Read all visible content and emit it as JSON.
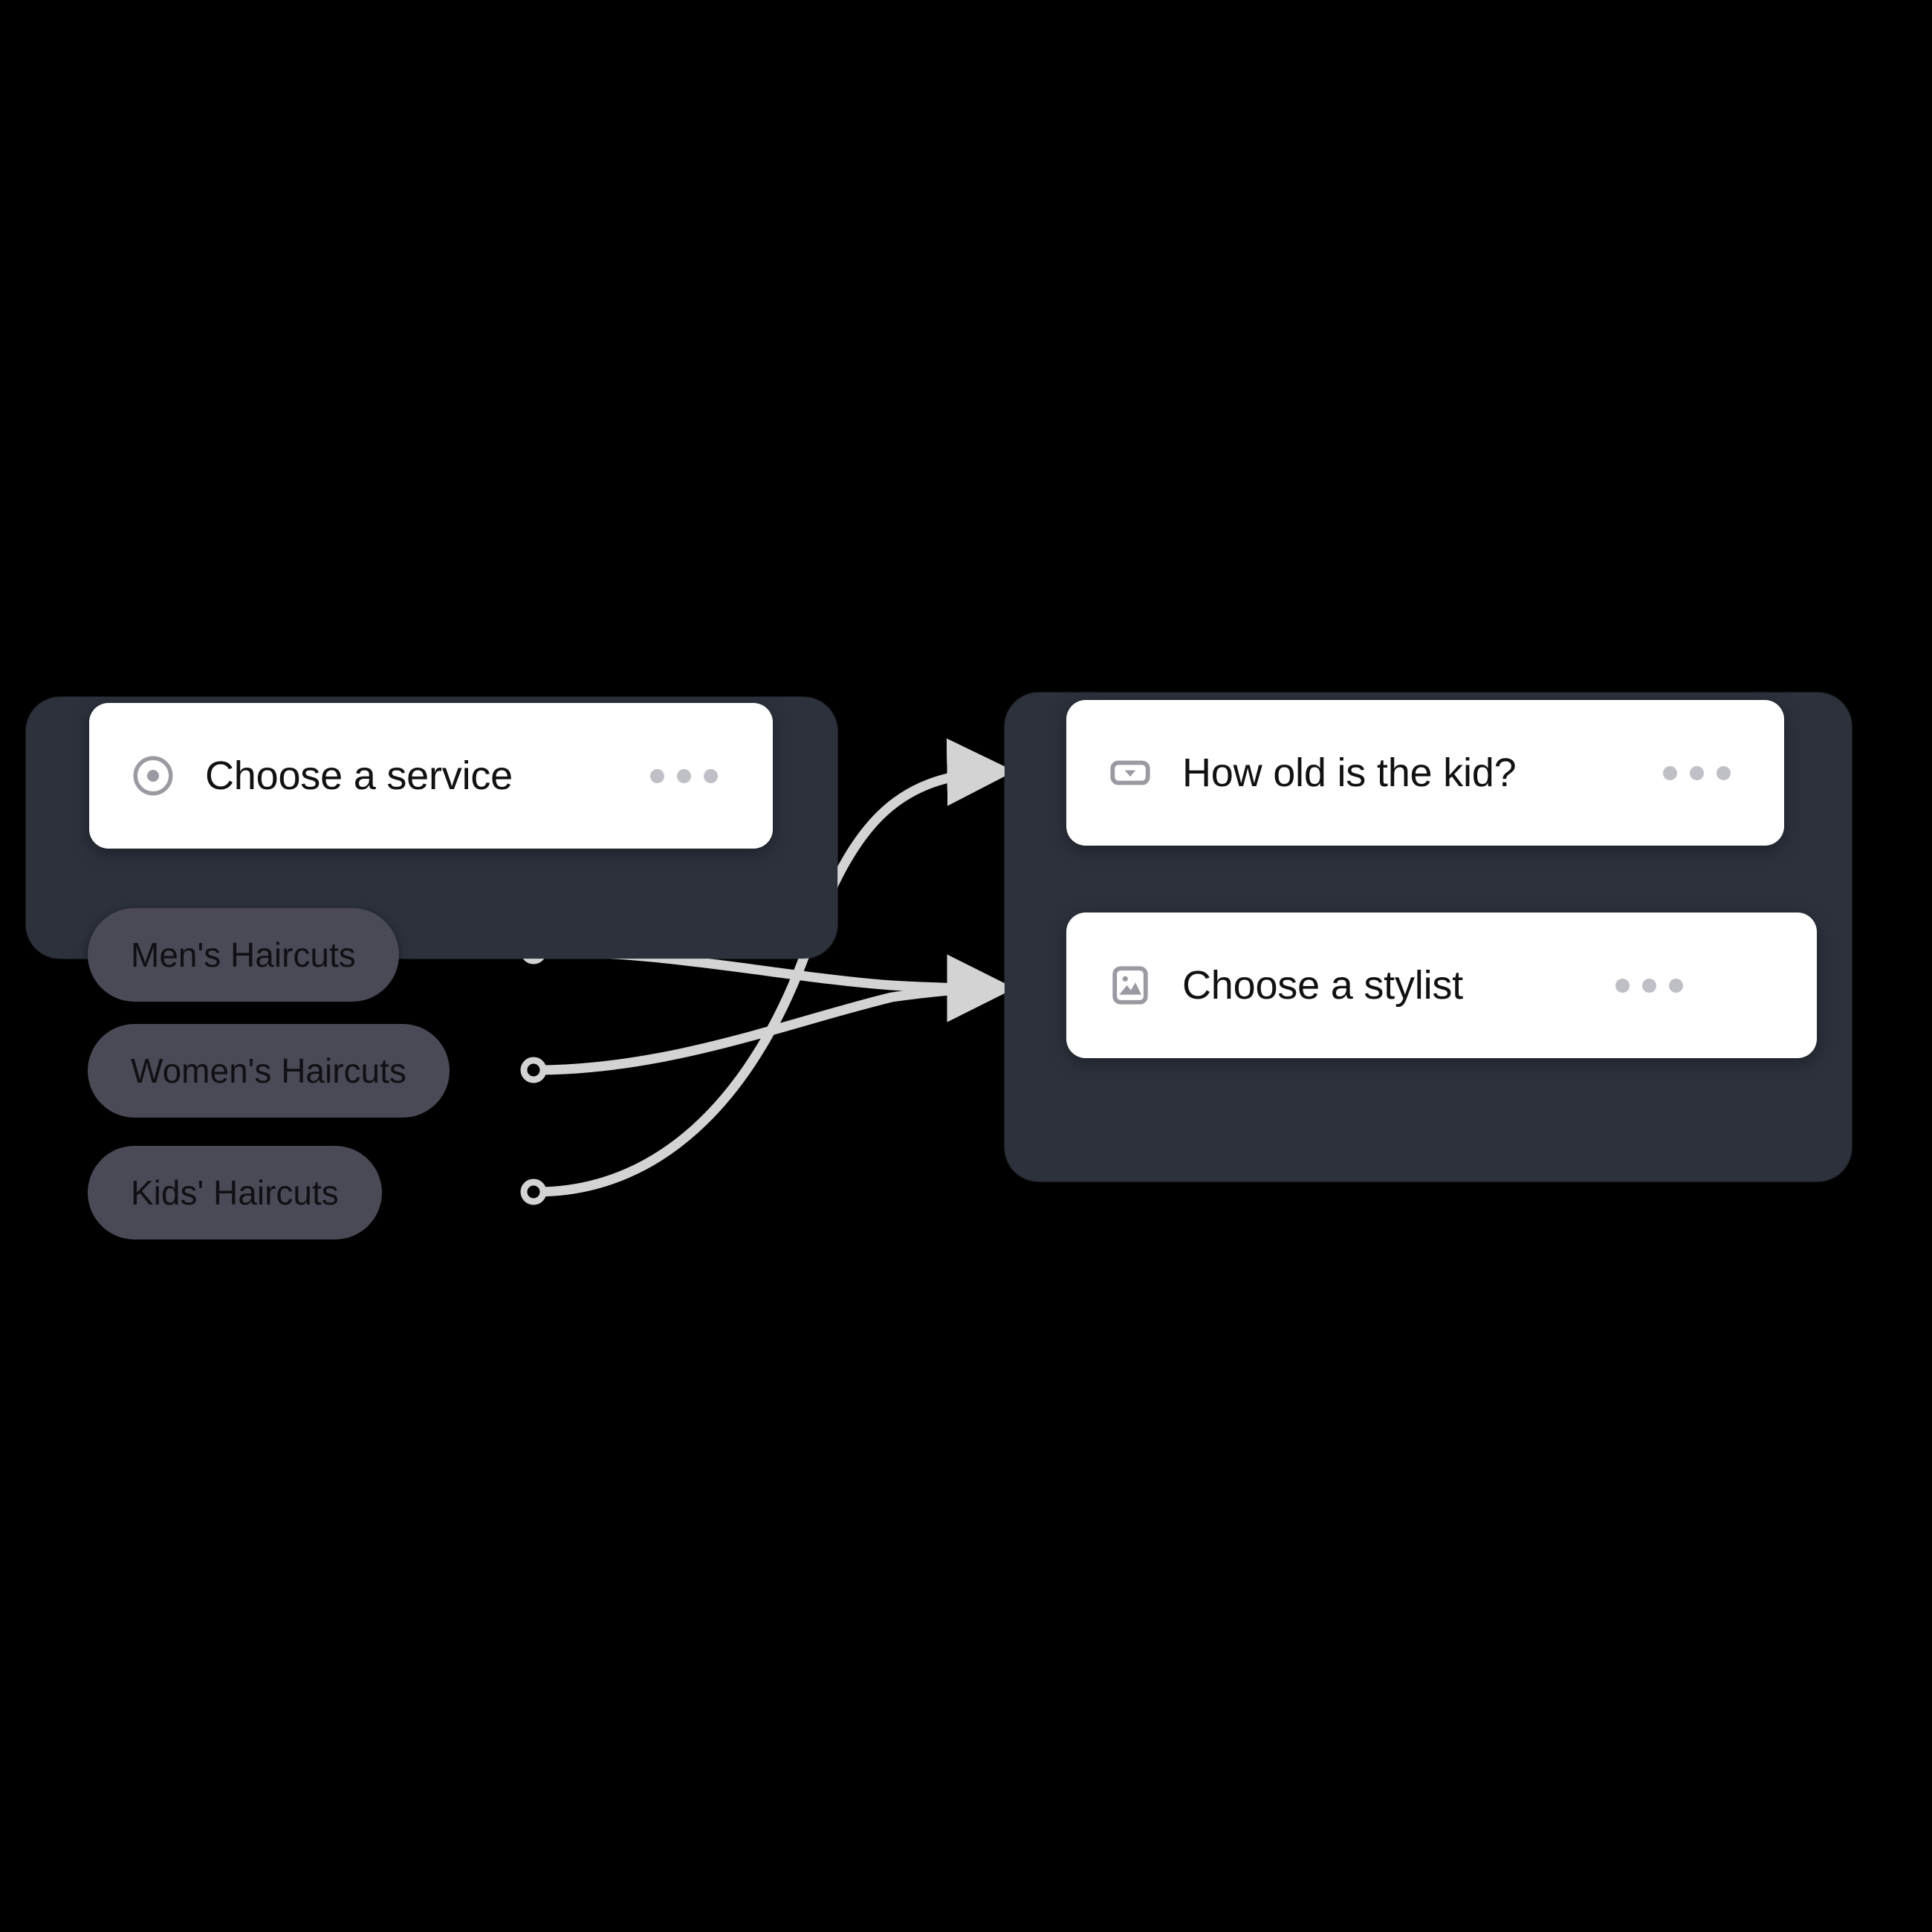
{
  "canvas": {
    "background_color": "#000000",
    "panel_color": "#2c313c",
    "card_color": "#ffffff",
    "pill_color": "#4a4a57",
    "edge_color": "#d3d3d3",
    "icon_color": "#9a9aa2"
  },
  "groups": [
    {
      "id": "group-left",
      "name": "service-step-group",
      "cards": [
        {
          "id": "card-service",
          "icon": "target-radio-icon",
          "title": "Choose a service",
          "menu": "more-options"
        }
      ],
      "options": [
        {
          "id": "pill-mens",
          "label": "Men's Haircuts"
        },
        {
          "id": "pill-womens",
          "label": "Women's Haircuts"
        },
        {
          "id": "pill-kids",
          "label": "Kids' Haircuts"
        }
      ]
    },
    {
      "id": "group-right",
      "name": "followup-step-group",
      "cards": [
        {
          "id": "card-kidage",
          "icon": "dropdown-select-icon",
          "title": "How old is the kid?",
          "menu": "more-options"
        },
        {
          "id": "card-stylist",
          "icon": "image-picker-icon",
          "title": "Choose a stylist",
          "menu": "more-options"
        }
      ]
    }
  ],
  "connections": [
    {
      "from": "pill-mens",
      "to": "card-stylist",
      "from_port": "mens-output-port",
      "to_port": "stylist-input-arrow"
    },
    {
      "from": "pill-womens",
      "to": "card-stylist",
      "from_port": "womens-output-port",
      "to_port": "stylist-input-arrow"
    },
    {
      "from": "pill-kids",
      "to": "card-kidage",
      "from_port": "kids-output-port",
      "to_port": "kidage-input-arrow"
    }
  ]
}
